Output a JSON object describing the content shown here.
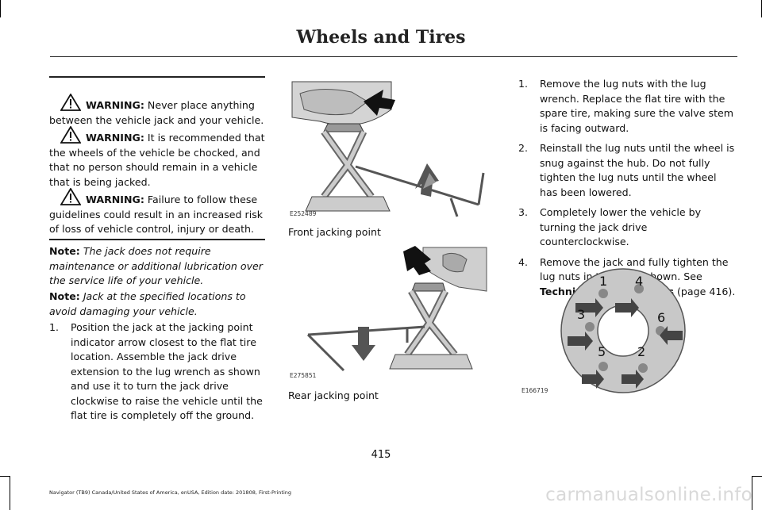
{
  "header": {
    "title": "Wheels and Tires"
  },
  "warnings": [
    {
      "label": "WARNING:",
      "text": " Never place anything between the vehicle jack and your vehicle."
    },
    {
      "label": "WARNING:",
      "text": " It is recommended that the wheels of the vehicle be chocked, and that no person should remain in a vehicle that is being jacked."
    },
    {
      "label": "WARNING:",
      "text": " Failure to follow these guidelines could result in an increased risk of loss of vehicle control, injury or death."
    }
  ],
  "notes": [
    {
      "label": "Note:",
      "text": "The jack does not require maintenance or additional lubrication over the service life of your vehicle."
    },
    {
      "label": "Note:",
      "text": "Jack at the specified locations to avoid damaging your vehicle."
    }
  ],
  "left_steps": [
    {
      "num": "1.",
      "text": "Position the jack at the jacking point indicator arrow closest to the flat tire location. Assemble the jack drive extension to the lug wrench as shown and use it to turn the jack drive clockwise to raise the vehicle until the flat tire is completely off the ground."
    }
  ],
  "figures": [
    {
      "code": "E252489",
      "caption": "Front jacking point"
    },
    {
      "code": "E275851",
      "caption": "Rear jacking point"
    },
    {
      "code": "E166719",
      "lug_numbers": [
        "1",
        "4",
        "3",
        "6",
        "5",
        "2"
      ]
    }
  ],
  "right_steps": [
    {
      "num": "1.",
      "text": "Remove the lug nuts with the lug wrench. Replace the flat tire with the spare tire, making sure the valve stem is facing outward."
    },
    {
      "num": "2.",
      "text": "Reinstall the lug nuts until the wheel is snug against the hub. Do not fully tighten the lug nuts until the wheel has been lowered."
    },
    {
      "num": "3.",
      "text": "Completely lower the vehicle by turning the jack drive counterclockwise."
    },
    {
      "num": "4.",
      "text_before": "Remove the jack and fully tighten the lug nuts in the order shown. See ",
      "link": "Technical Specifications",
      "text_after": " (page 416)."
    }
  ],
  "page_number": "415",
  "footer": "Navigator (TB9) Canada/United States of America, enUSA, Edition date: 201808, First-Printing",
  "watermark": "carmanualsonline.info"
}
